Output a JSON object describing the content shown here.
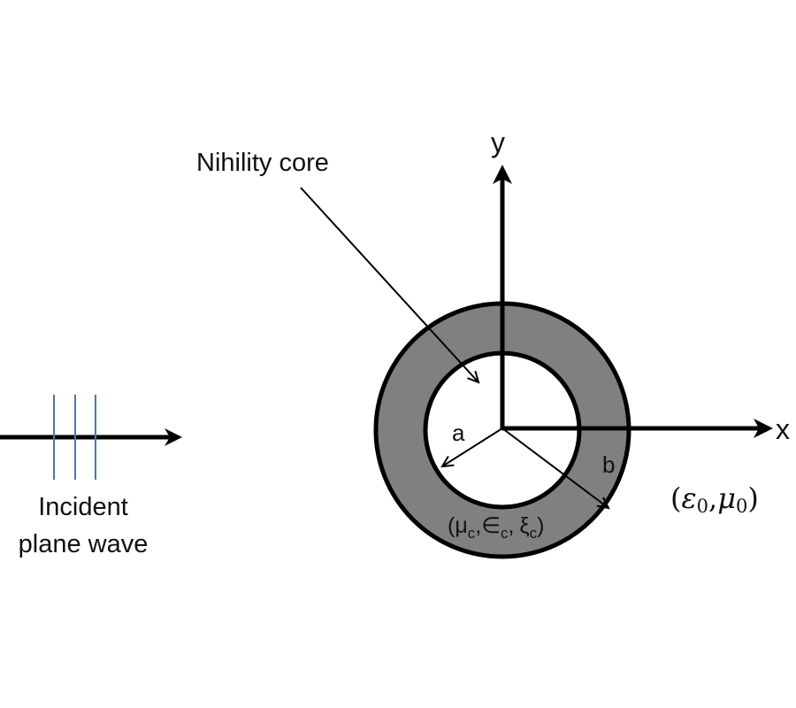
{
  "diagram": {
    "title_label": "Nihility core",
    "axes": {
      "x_label": "x",
      "y_label": "y"
    },
    "radii": {
      "inner_label": "a",
      "outer_label": "b"
    },
    "shell_params": {
      "open": "(",
      "mu": "μ",
      "sub": "c",
      "eps": "∈",
      "xi": "ξ",
      "comma": ",",
      "close": ")"
    },
    "background_params": {
      "open": "(",
      "eps": "ε",
      "mu": "μ",
      "sub": "0",
      "comma": ",",
      "close": ")"
    },
    "incident": {
      "line1": "Incident",
      "line2": "plane wave"
    },
    "colors": {
      "shell": "#808080",
      "wavefront": "#4a78b0",
      "stroke": "#000000"
    }
  }
}
